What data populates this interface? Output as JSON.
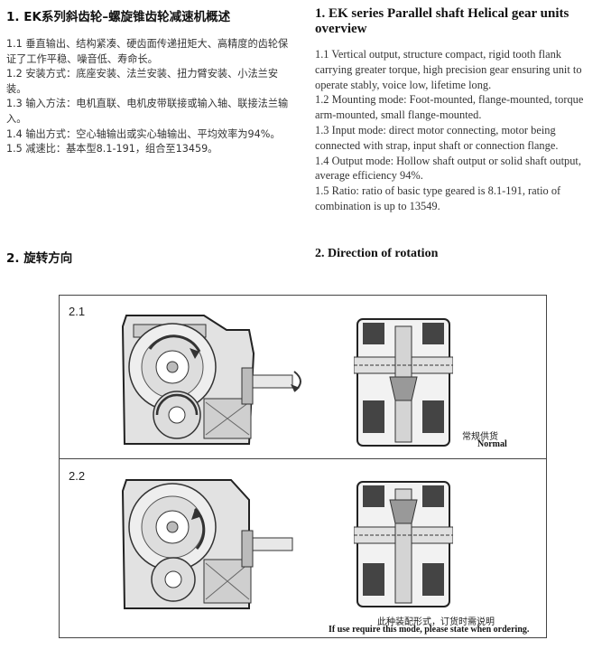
{
  "cn": {
    "section1_title": "1. EK系列斜齿轮–螺旋锥齿轮减速机概述",
    "items": [
      "1.1 垂直输出、结构紧凑、硬齿面传递扭矩大、高精度的齿轮保证了工作平稳、噪音低、寿命长。",
      "1.2 安装方式：底座安装、法兰安装、扭力臂安装、小法兰安装。",
      "1.3 输入方法：电机直联、电机皮带联接或输入轴、联接法兰输入。",
      "1.4 输出方式：空心轴输出或实心轴输出、平均效率为94%。",
      "1.5 减速比：基本型8.1-191，组合至13459。"
    ],
    "section2_title": "2. 旋转方向"
  },
  "en": {
    "section1_title": "1. EK series Parallel shaft Helical gear units overview",
    "items": [
      "1.1 Vertical output, structure compact, rigid tooth flank carrying greater torque, high precision gear ensuring unit to operate stably, voice low, lifetime long.",
      "1.2 Mounting mode: Foot-mounted, flange-mounted, torque arm-mounted, small flange-mounted.",
      "1.3 Input mode: direct motor connecting, motor being connected with strap, input shaft or connection flange.",
      "1.4 Output mode: Hollow shaft output or solid shaft output, average efficiency 94%.",
      "1.5 Ratio: ratio of basic type geared is 8.1-191, ratio of combination is up to 13549."
    ],
    "section2_title": "2. Direction of rotation"
  },
  "figure": {
    "panel1_label": "2.1",
    "panel2_label": "2.2",
    "panel1_note_cn": "常规供货",
    "panel1_note_en": "Normal",
    "panel2_note_cn": "此种装配形式，订货时需说明",
    "panel2_note_en": "If use require this mode, please state when ordering."
  }
}
